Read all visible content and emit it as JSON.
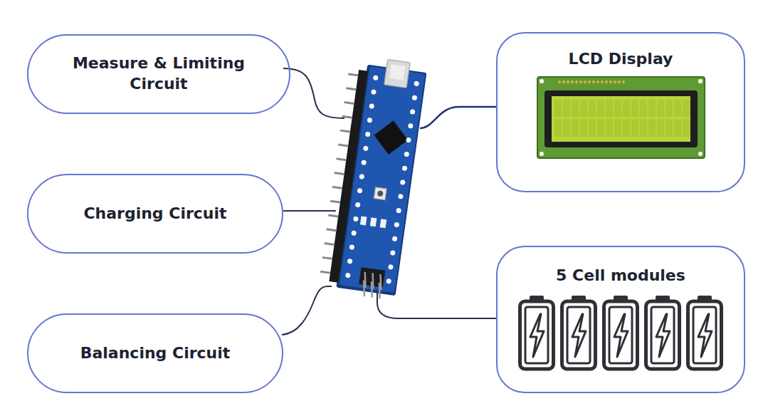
{
  "diagram": {
    "nodes": [
      {
        "text": [
          "Measure & Limiting Circuit"
        ]
      },
      {
        "text": [
          "LCD Display"
        ]
      },
      {
        "text": [
          "Charging Circuit"
        ]
      },
      {
        "text": [
          "5 Cell modules"
        ]
      },
      {
        "text": [
          "Balancing Circuit"
        ]
      }
    ]
  }
}
